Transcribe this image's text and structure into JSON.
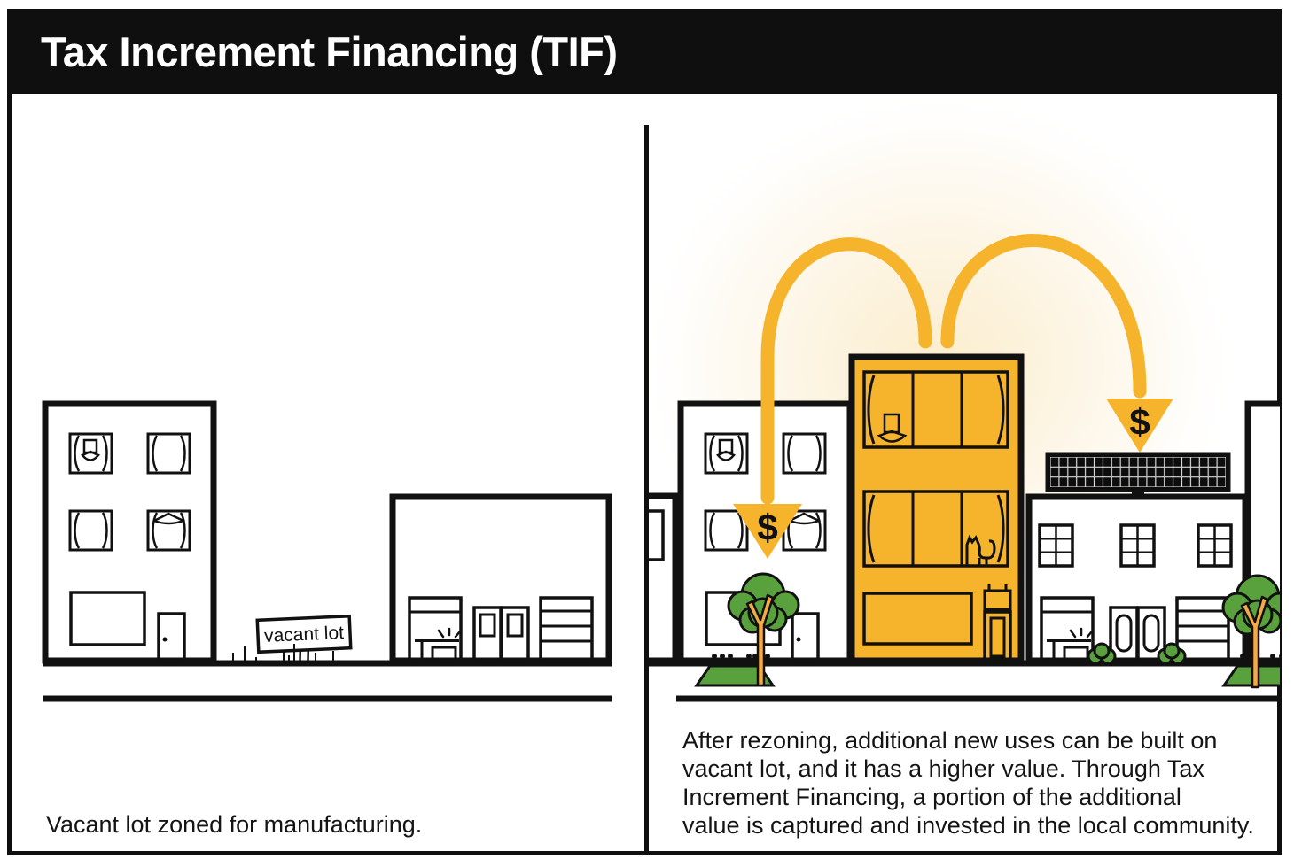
{
  "header": {
    "title": "Tax Increment Financing (TIF)"
  },
  "panels": {
    "left": {
      "sign_label": "vacant lot",
      "caption": "Vacant lot zoned for manufacturing."
    },
    "right": {
      "dollar_symbol": "$",
      "caption_lines": [
        "After rezoning, additional new uses can be built on",
        "vacant lot, and it has a higher value. Through Tax",
        "Increment Financing, a portion of the additional",
        "value is captured and invested in the local community."
      ]
    }
  },
  "colors": {
    "accent_yellow": "#F6B32C",
    "foliage_green": "#58A13C",
    "trunk_orange": "#F2AB45",
    "ink": "#111111",
    "glow_cream": "#FAE7BE"
  }
}
